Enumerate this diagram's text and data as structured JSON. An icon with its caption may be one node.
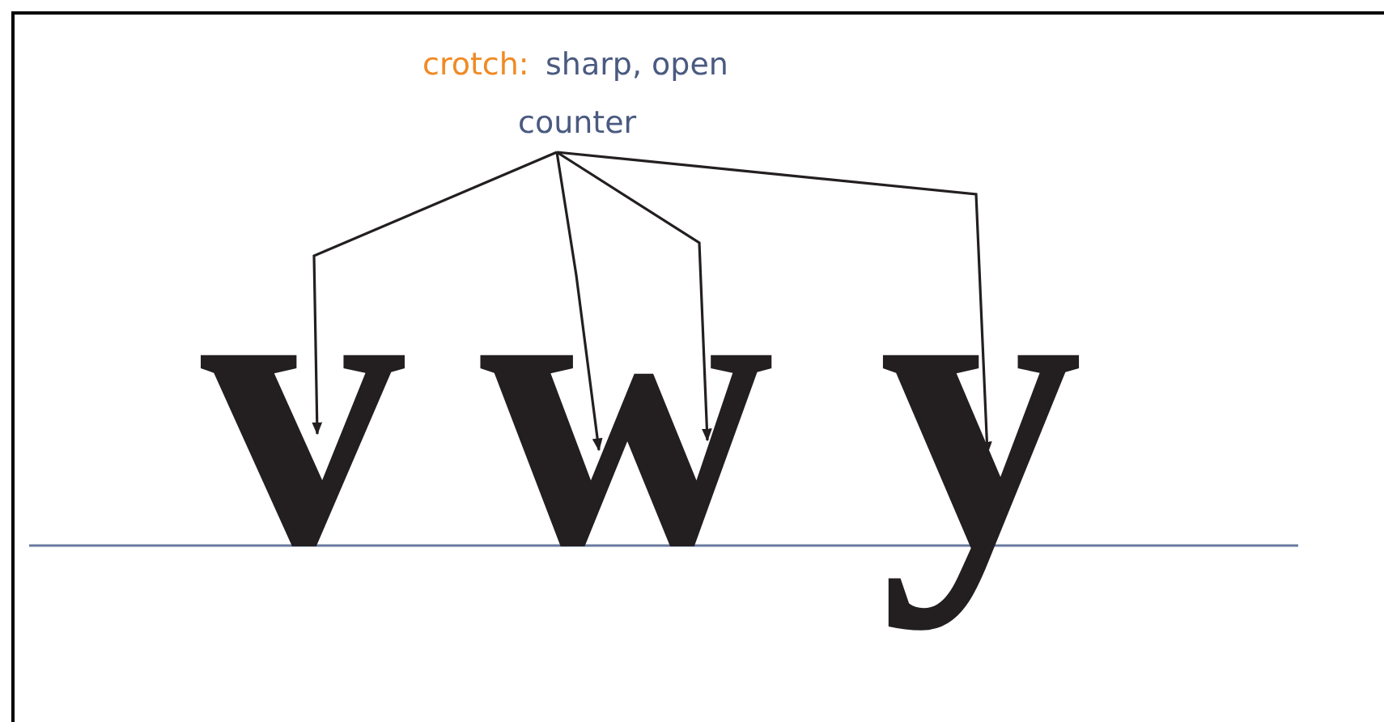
{
  "diagram": {
    "nodes": [
      {
        "text": [
          "counter"
        ]
      },
      {
        "text": [
          "v"
        ]
      },
      {
        "text": [
          "w"
        ]
      },
      {
        "text": [
          "y"
        ]
      }
    ],
    "edges": [
      {
        "from": 0,
        "to": 1,
        "arrow": "to"
      },
      {
        "from": 0,
        "to": 2,
        "arrow": "to"
      },
      {
        "from": 0,
        "to": 2,
        "arrow": "to"
      },
      {
        "from": 0,
        "to": 3,
        "arrow": "to"
      }
    ],
    "labels": [
      "crotch:",
      "sharp, open"
    ]
  }
}
